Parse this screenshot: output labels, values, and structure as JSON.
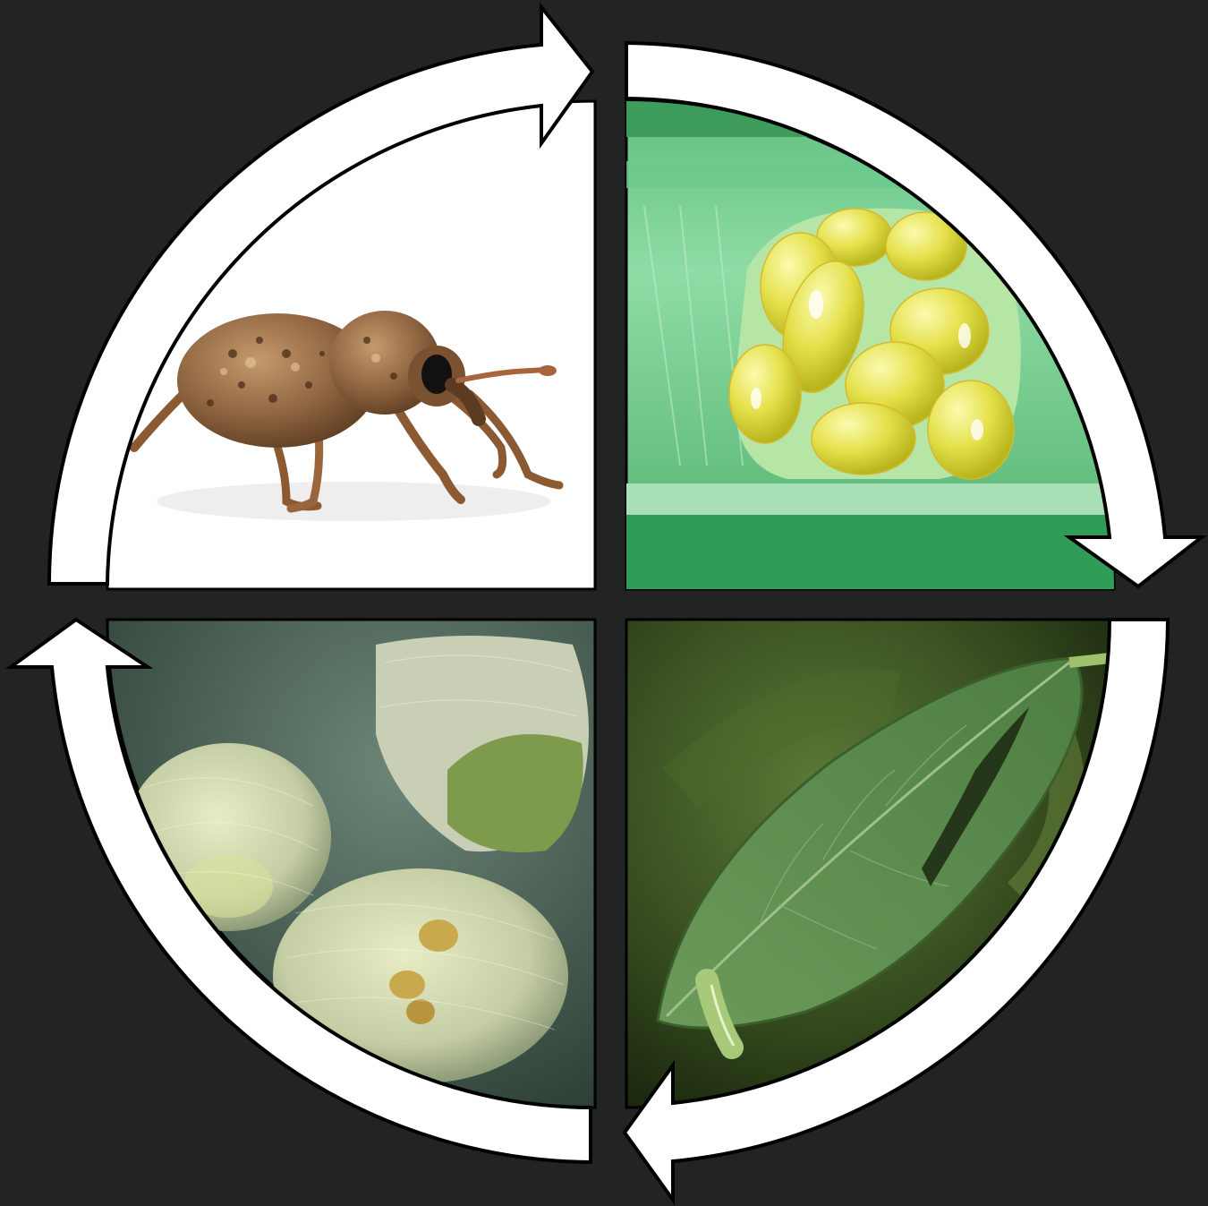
{
  "diagram": {
    "kind": "life-cycle",
    "background_color": "#222423",
    "arrow_fill": "#ffffff",
    "arrow_stroke": "#000000",
    "flow_direction": "clockwise",
    "stages": [
      {
        "id": "adult",
        "icon": "weevil-adult-photo",
        "position": "top-left"
      },
      {
        "id": "egg",
        "icon": "egg-cluster-photo",
        "position": "top-right"
      },
      {
        "id": "larva",
        "icon": "larva-on-leaf-photo",
        "position": "bottom-right"
      },
      {
        "id": "pupa",
        "icon": "cocoon-pupa-photo",
        "position": "bottom-left"
      }
    ]
  }
}
